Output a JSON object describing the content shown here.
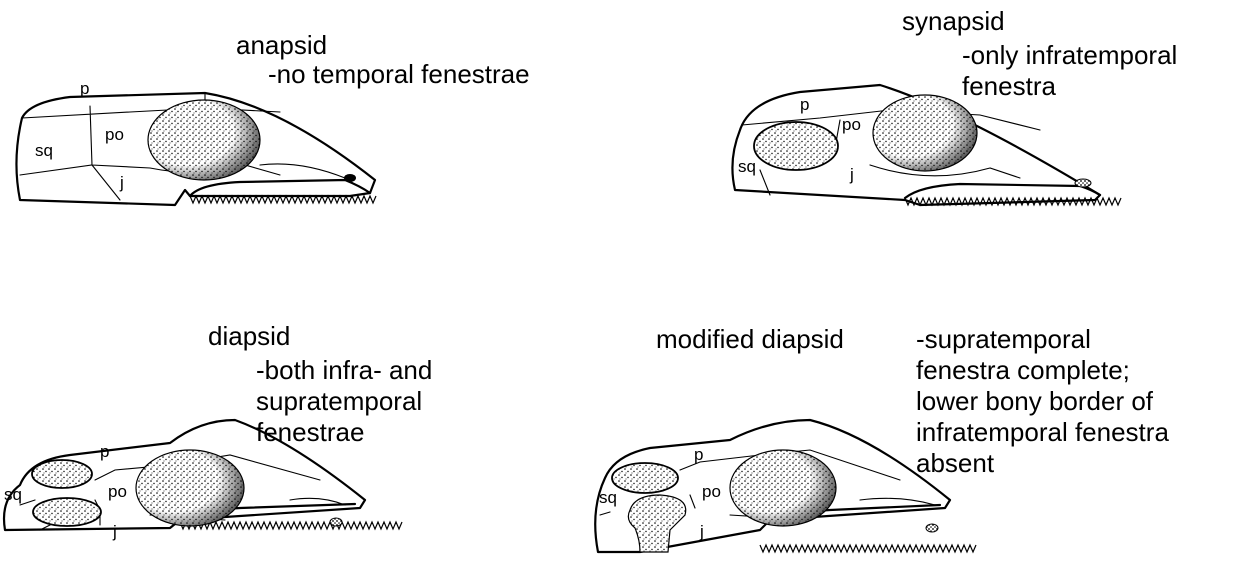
{
  "panels": [
    {
      "id": "anapsid",
      "title": "anapsid",
      "description": "-no temporal fenestrae",
      "labels": {
        "p": "p",
        "sq": "sq",
        "po": "po",
        "j": "j"
      }
    },
    {
      "id": "synapsid",
      "title": "synapsid",
      "description": "-only infratemporal\nfenestra",
      "labels": {
        "p": "p",
        "sq": "sq",
        "po": "po",
        "j": "j"
      }
    },
    {
      "id": "diapsid",
      "title": "diapsid",
      "description": "-both infra- and\nsupratemporal\nfenestrae",
      "labels": {
        "p": "p",
        "sq": "sq",
        "po": "po",
        "j": "j"
      }
    },
    {
      "id": "modified-diapsid",
      "title": "modified diapsid",
      "description": "-supratemporal\nfenestra complete;\nlower bony border of\ninfratemporal fenestra\nabsent",
      "labels": {
        "p": "p",
        "sq": "sq",
        "po": "po",
        "j": "j"
      }
    }
  ]
}
